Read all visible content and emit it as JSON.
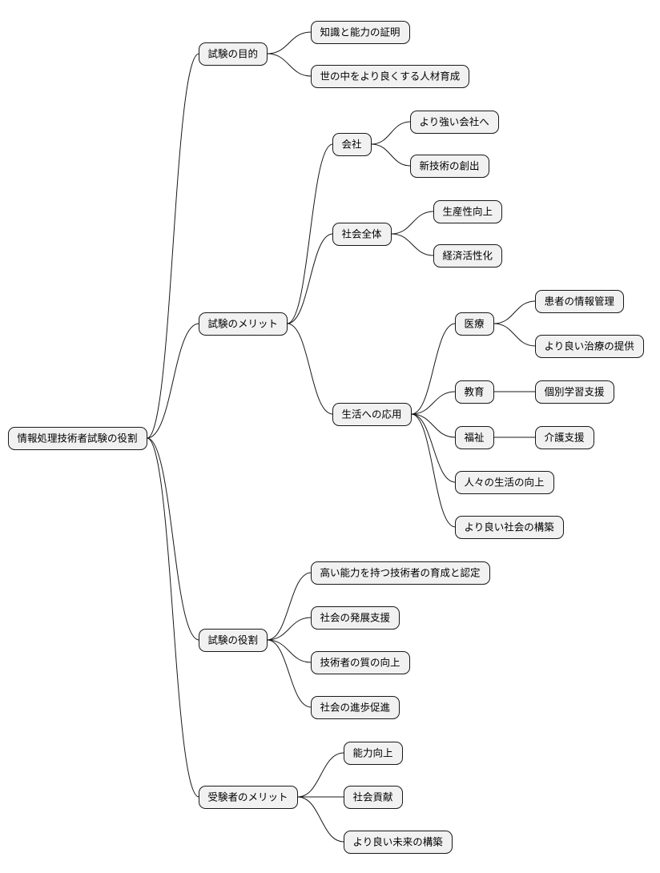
{
  "diagram": {
    "type": "mindmap",
    "root": {
      "id": "root",
      "label": "情報処理技術者試験の役割",
      "children": [
        {
          "id": "purpose",
          "label": "試験の目的",
          "children": [
            {
              "id": "purpose-proof",
              "label": "知識と能力の証明"
            },
            {
              "id": "purpose-people",
              "label": "世の中をより良くする人材育成"
            }
          ]
        },
        {
          "id": "merits",
          "label": "試験のメリット",
          "children": [
            {
              "id": "company",
              "label": "会社",
              "children": [
                {
                  "id": "company-strong",
                  "label": "より強い会社へ"
                },
                {
                  "id": "company-tech",
                  "label": "新技術の創出"
                }
              ]
            },
            {
              "id": "society",
              "label": "社会全体",
              "children": [
                {
                  "id": "society-productivity",
                  "label": "生産性向上"
                },
                {
                  "id": "society-economy",
                  "label": "経済活性化"
                }
              ]
            },
            {
              "id": "life",
              "label": "生活への応用",
              "children": [
                {
                  "id": "medical",
                  "label": "医療",
                  "children": [
                    {
                      "id": "medical-records",
                      "label": "患者の情報管理"
                    },
                    {
                      "id": "medical-treatment",
                      "label": "より良い治療の提供"
                    }
                  ]
                },
                {
                  "id": "education",
                  "label": "教育",
                  "children": [
                    {
                      "id": "education-support",
                      "label": "個別学習支援"
                    }
                  ]
                },
                {
                  "id": "welfare",
                  "label": "福祉",
                  "children": [
                    {
                      "id": "welfare-care",
                      "label": "介護支援"
                    }
                  ]
                },
                {
                  "id": "life-improve",
                  "label": "人々の生活の向上"
                },
                {
                  "id": "life-society",
                  "label": "より良い社会の構築"
                }
              ]
            }
          ]
        },
        {
          "id": "role",
          "label": "試験の役割",
          "children": [
            {
              "id": "role-train",
              "label": "高い能力を持つ技術者の育成と認定"
            },
            {
              "id": "role-develop",
              "label": "社会の発展支援"
            },
            {
              "id": "role-quality",
              "label": "技術者の質の向上"
            },
            {
              "id": "role-progress",
              "label": "社会の進歩促進"
            }
          ]
        },
        {
          "id": "examinee",
          "label": "受験者のメリット",
          "children": [
            {
              "id": "examinee-ability",
              "label": "能力向上"
            },
            {
              "id": "examinee-contrib",
              "label": "社会貢献"
            },
            {
              "id": "examinee-future",
              "label": "より良い未来の構築"
            }
          ]
        }
      ]
    }
  }
}
